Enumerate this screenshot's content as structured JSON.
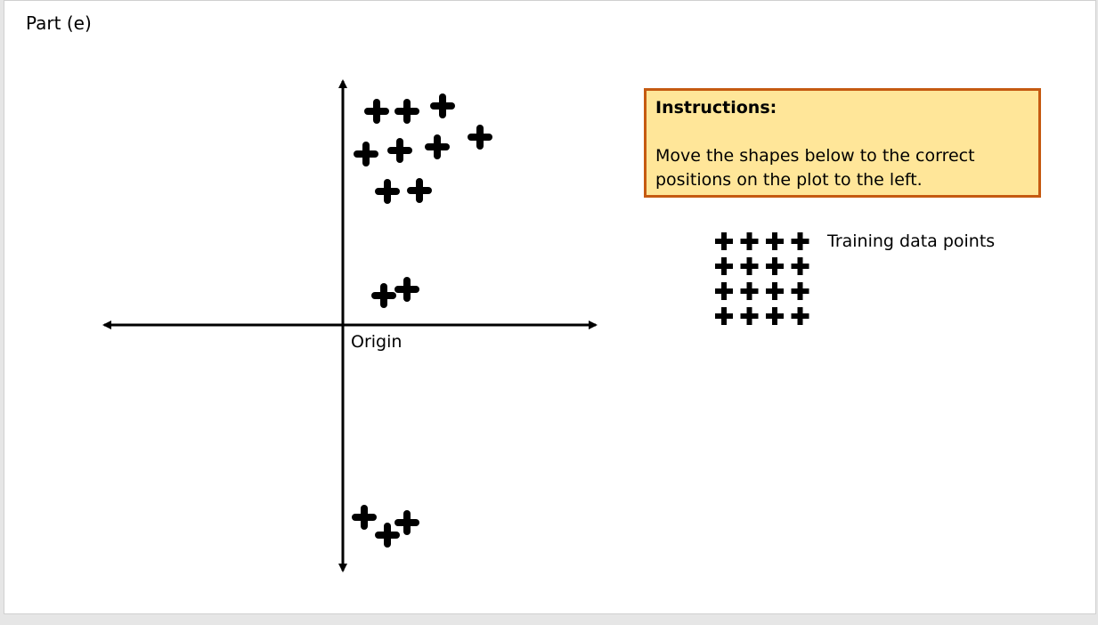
{
  "slide": {
    "title": "Part (e)"
  },
  "plot": {
    "origin_label": "Origin",
    "axis_color": "#000000",
    "marker_color": "#000000"
  },
  "instructions": {
    "heading": "Instructions:",
    "body": "Move the shapes below to the correct positions on the plot to the left.",
    "background_color": "#ffe699",
    "border_color": "#c55a11"
  },
  "palette": {
    "label": "Training data points",
    "icon": "plus-icon",
    "rows": 4,
    "columns": 4
  }
}
